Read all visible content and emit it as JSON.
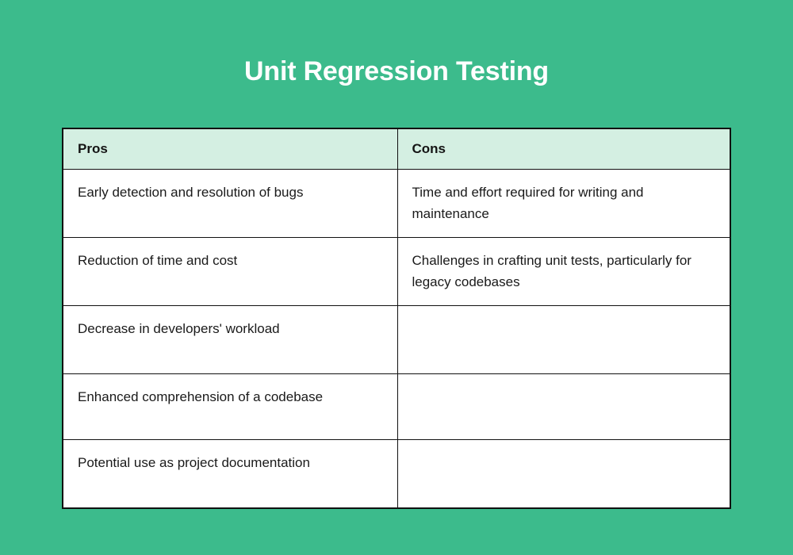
{
  "page": {
    "title": "Unit Regression Testing",
    "background_color": "#3cbb8c",
    "title_color": "#ffffff"
  },
  "table": {
    "header_background_color": "#d4efe2",
    "border_color": "#111111",
    "body_background_color": "#ffffff",
    "body_text_color": "#1a1a1a",
    "columns": [
      {
        "key": "pros",
        "label": "Pros"
      },
      {
        "key": "cons",
        "label": "Cons"
      }
    ],
    "rows": [
      {
        "pros": "Early detection and resolution of bugs",
        "cons": "Time and effort required for writing and maintenance"
      },
      {
        "pros": "Reduction of time and cost",
        "cons": "Challenges in crafting unit tests, particularly for legacy codebases"
      },
      {
        "pros": "Decrease in developers' workload",
        "cons": ""
      },
      {
        "pros": "Enhanced comprehension of a codebase",
        "cons": ""
      },
      {
        "pros": "Potential use as project documentation",
        "cons": ""
      }
    ]
  }
}
